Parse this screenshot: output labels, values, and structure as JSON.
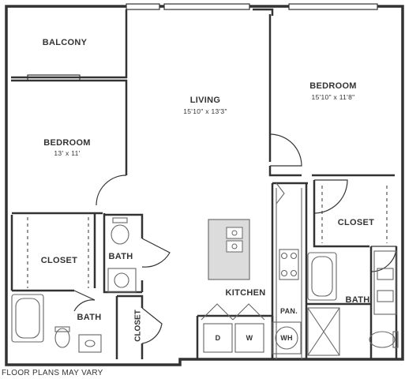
{
  "rooms": {
    "balcony": "BALCONY",
    "living": "LIVING",
    "living_dim": "15'10\" x 13'3\"",
    "bedroom_left": "BEDROOM",
    "bedroom_left_dim": "13' x 11'",
    "bedroom_right": "BEDROOM",
    "bedroom_right_dim": "15'10\" x 11'8\"",
    "closet_left": "CLOSET",
    "closet_right": "CLOSET",
    "closet_small": "CLOSET",
    "bath_center": "BATH",
    "bath_left": "BATH",
    "bath_right": "BATH",
    "kitchen": "KITCHEN",
    "pantry": "PAN.",
    "dryer": "D",
    "washer": "W",
    "water_heater": "WH"
  },
  "footer": "FLOOR PLANS MAY VARY",
  "colors": {
    "wall": "#333333",
    "fixture": "#666666",
    "island": "#dcdcdc"
  }
}
